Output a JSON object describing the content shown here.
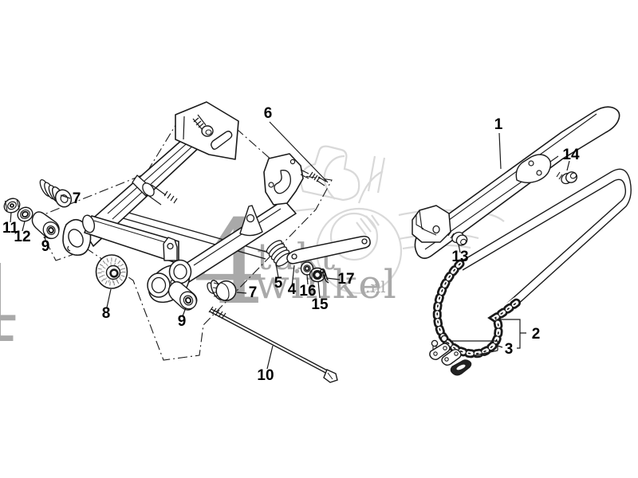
{
  "diagram": {
    "background_color": "#ffffff",
    "line_color": "#1a1a1a",
    "watermark": {
      "big_digit": "4",
      "word_top": "takt",
      "word_bottom": "winkel",
      "suffix": ".nl",
      "clipped_left_digit": "4",
      "text_color": "#a9a9a9",
      "sketch_color": "#d9d9d9"
    },
    "callouts": [
      {
        "part": "1"
      },
      {
        "part": "2"
      },
      {
        "part": "3"
      },
      {
        "part": "4"
      },
      {
        "part": "5"
      },
      {
        "part": "6"
      },
      {
        "part": "7"
      },
      {
        "part": "7"
      },
      {
        "part": "8"
      },
      {
        "part": "9"
      },
      {
        "part": "9"
      },
      {
        "part": "10"
      },
      {
        "part": "11"
      },
      {
        "part": "12"
      },
      {
        "part": "13"
      },
      {
        "part": "14"
      },
      {
        "part": "15"
      },
      {
        "part": "16"
      },
      {
        "part": "17"
      }
    ]
  }
}
